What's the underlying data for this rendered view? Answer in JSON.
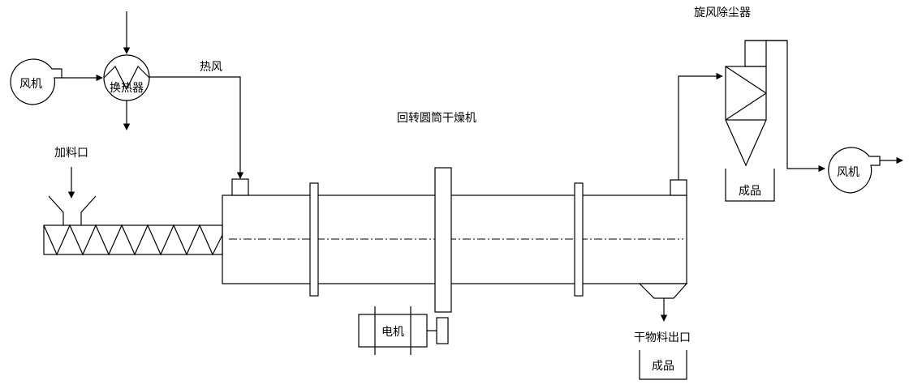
{
  "labels": {
    "fan_left": "风机",
    "heat_exchanger": "换热器",
    "hot_air": "热风",
    "dryer_title": "回转圆筒干燥机",
    "feed_port": "加料口",
    "motor": "电机",
    "dry_outlet": "干物料出口",
    "product_bottom": "成品",
    "cyclone": "旋风除尘器",
    "product_cyclone": "成品",
    "fan_right": "风机"
  },
  "colors": {
    "line": "#000000",
    "background": "#ffffff"
  }
}
